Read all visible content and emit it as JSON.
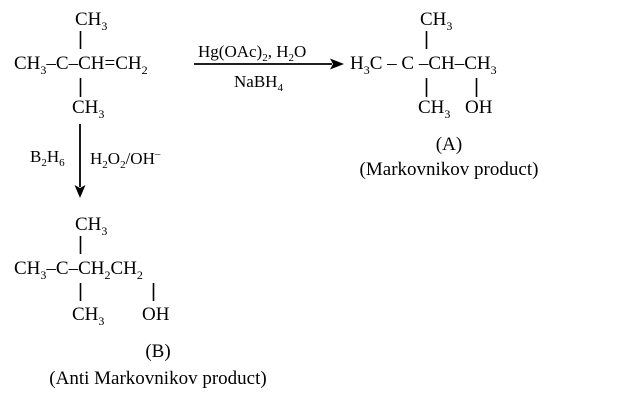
{
  "starting_material": {
    "top_methyl": "CH3",
    "main_chain": "CH3–C–CH=CH2",
    "bottom_methyl": "CH3"
  },
  "oxymercuration": {
    "reagent_top": "Hg(OAc)2, H2O",
    "reagent_bottom": "NaBH4"
  },
  "hydroboration": {
    "reagent_left": "B2H6",
    "reagent_right": "H2O2/OH–"
  },
  "product_a": {
    "top_methyl": "CH3",
    "main_chain": "H3C – C –CH–CH3",
    "bottom_methyl": "CH3",
    "hydroxyl": "OH",
    "label": "(A)",
    "caption": "(Markovnikov product)"
  },
  "product_b": {
    "top_methyl": "CH3",
    "main_chain": "CH3–C–CH2CH2",
    "bottom_methyl": "CH3",
    "hydroxyl": "OH",
    "label": "(B)",
    "caption": "(Anti Markovnikov product)"
  }
}
